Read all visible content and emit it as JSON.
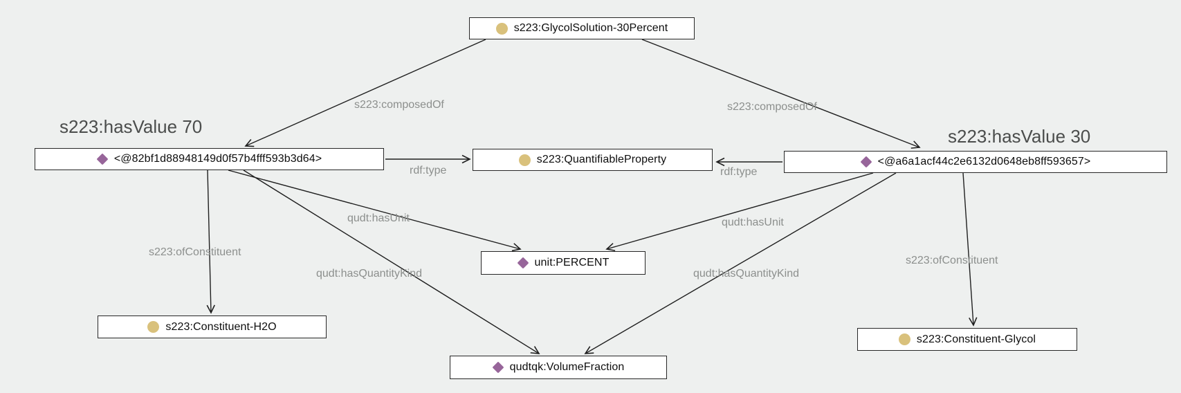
{
  "canvas": {
    "background_color": "#eef0ef",
    "node_fill": "#ffffff",
    "node_border_color": "#262626",
    "edge_color": "#1f1f1f",
    "edge_label_color": "#8c8f8d",
    "annotation_color": "#4b4d4c",
    "circle_icon_color": "#d9c17c",
    "diamond_icon_color": "#97659a"
  },
  "nodes": [
    {
      "id": "glycol-solution",
      "label": "s223:GlycolSolution-30Percent",
      "icon": "circle-icon"
    },
    {
      "id": "property-70",
      "label": "<@82bf1d88948149d0f57b4fff593b3d64>",
      "icon": "diamond-icon"
    },
    {
      "id": "quantifiable-property",
      "label": "s223:QuantifiableProperty",
      "icon": "circle-icon"
    },
    {
      "id": "property-30",
      "label": "<@a6a1acf44c2e6132d0648eb8ff593657>",
      "icon": "diamond-icon"
    },
    {
      "id": "unit-percent",
      "label": "unit:PERCENT",
      "icon": "diamond-icon"
    },
    {
      "id": "constituent-h2o",
      "label": "s223:Constituent-H2O",
      "icon": "circle-icon"
    },
    {
      "id": "volume-fraction",
      "label": "qudtqk:VolumeFraction",
      "icon": "diamond-icon"
    },
    {
      "id": "constituent-glycol",
      "label": "s223:Constituent-Glycol",
      "icon": "circle-icon"
    }
  ],
  "edges": [
    {
      "from": "glycol-solution",
      "to": "property-70",
      "label": "s223:composedOf"
    },
    {
      "from": "glycol-solution",
      "to": "property-30",
      "label": "s223:composedOf"
    },
    {
      "from": "property-70",
      "to": "quantifiable-property",
      "label": "rdf:type"
    },
    {
      "from": "property-30",
      "to": "quantifiable-property",
      "label": "rdf:type"
    },
    {
      "from": "property-70",
      "to": "unit-percent",
      "label": "qudt:hasUnit"
    },
    {
      "from": "property-30",
      "to": "unit-percent",
      "label": "qudt:hasUnit"
    },
    {
      "from": "property-70",
      "to": "volume-fraction",
      "label": "qudt:hasQuantityKind"
    },
    {
      "from": "property-30",
      "to": "volume-fraction",
      "label": "qudt:hasQuantityKind"
    },
    {
      "from": "property-70",
      "to": "constituent-h2o",
      "label": "s223:ofConstituent"
    },
    {
      "from": "property-30",
      "to": "constituent-glycol",
      "label": "s223:ofConstituent"
    }
  ],
  "annotations": [
    {
      "attached_to": "property-70",
      "text": "s223:hasValue 70"
    },
    {
      "attached_to": "property-30",
      "text": "s223:hasValue 30"
    }
  ]
}
